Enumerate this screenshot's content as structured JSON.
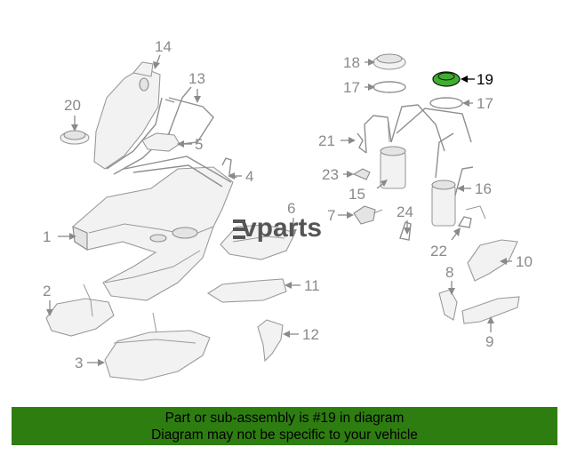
{
  "callouts": {
    "c1": "1",
    "c2": "2",
    "c3": "3",
    "c4": "4",
    "c5": "5",
    "c6": "6",
    "c7": "7",
    "c8": "8",
    "c9": "9",
    "c10": "10",
    "c11": "11",
    "c12": "12",
    "c13": "13",
    "c14": "14",
    "c15": "15",
    "c16": "16",
    "c17a": "17",
    "c17b": "17",
    "c18": "18",
    "c19": "19",
    "c20": "20",
    "c21": "21",
    "c22": "22",
    "c23": "23",
    "c24": "24"
  },
  "watermark": "vparts",
  "highlight": {
    "part_number": "19",
    "color": "#3fae2f"
  },
  "footer": {
    "line1": "Part or sub-assembly is #19 in diagram",
    "line2": "Diagram may not be specific to your vehicle",
    "background": "#2e7d11"
  }
}
